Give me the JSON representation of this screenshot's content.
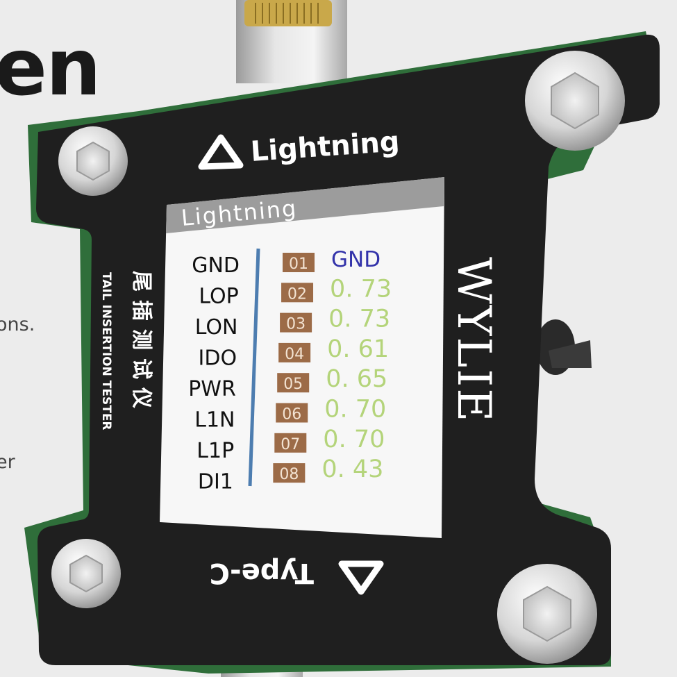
{
  "background_text": {
    "heading": "en",
    "line1": "ons.",
    "line2": "er"
  },
  "device": {
    "top_label": "Lightning",
    "bottom_label": "Type-C",
    "brand": "WYLIE",
    "side_label_cn": "尾插测试仪",
    "side_label_en": "TAIL INSERTION TESTER"
  },
  "screen": {
    "header": "Lightning",
    "rows": [
      {
        "pin": "GND",
        "num": "01",
        "value": "GND"
      },
      {
        "pin": "LOP",
        "num": "02",
        "value": "0. 73"
      },
      {
        "pin": "LON",
        "num": "03",
        "value": "0. 73"
      },
      {
        "pin": "IDO",
        "num": "04",
        "value": "0. 61"
      },
      {
        "pin": "PWR",
        "num": "05",
        "value": "0. 65"
      },
      {
        "pin": "L1N",
        "num": "06",
        "value": "0. 70"
      },
      {
        "pin": "L1P",
        "num": "07",
        "value": "0. 70"
      },
      {
        "pin": "DI1",
        "num": "08",
        "value": "0. 43"
      }
    ]
  },
  "colors": {
    "board": "#222222",
    "pcb_edge": "#2f6e3a",
    "screen_bg": "#f7f7f7",
    "header_bar": "#9a9a9a",
    "num_badge": "#9c6b47",
    "gnd_value": "#3333aa",
    "value_green": "#b4d47a",
    "divider": "#4d7db0"
  }
}
